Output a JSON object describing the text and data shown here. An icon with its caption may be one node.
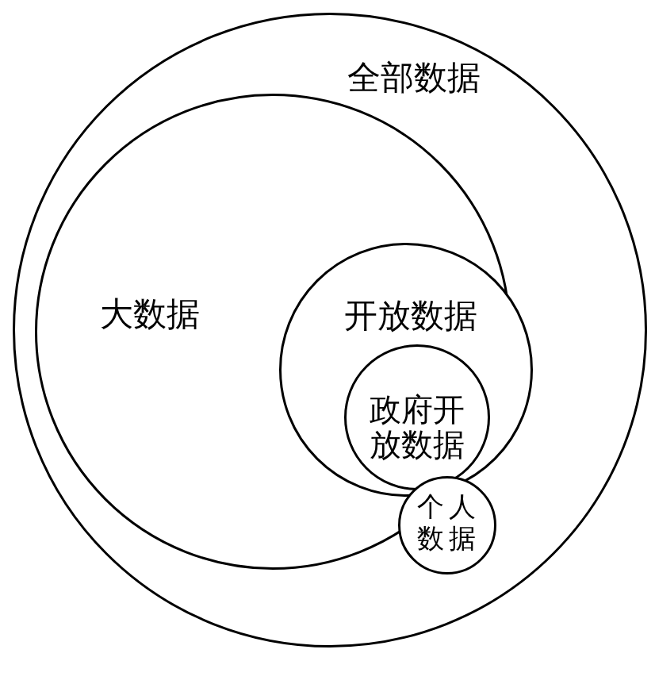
{
  "diagram": {
    "nodes": [
      {
        "text": [
          "全部数据"
        ]
      },
      {
        "text": [
          "大数据"
        ],
        "in": 0
      },
      {
        "text": [
          "开放数据"
        ],
        "in": 0
      },
      {
        "text": [
          "政府开放数据"
        ],
        "in": 2
      },
      {
        "text": [
          "个人数据"
        ],
        "in": 0
      }
    ]
  }
}
